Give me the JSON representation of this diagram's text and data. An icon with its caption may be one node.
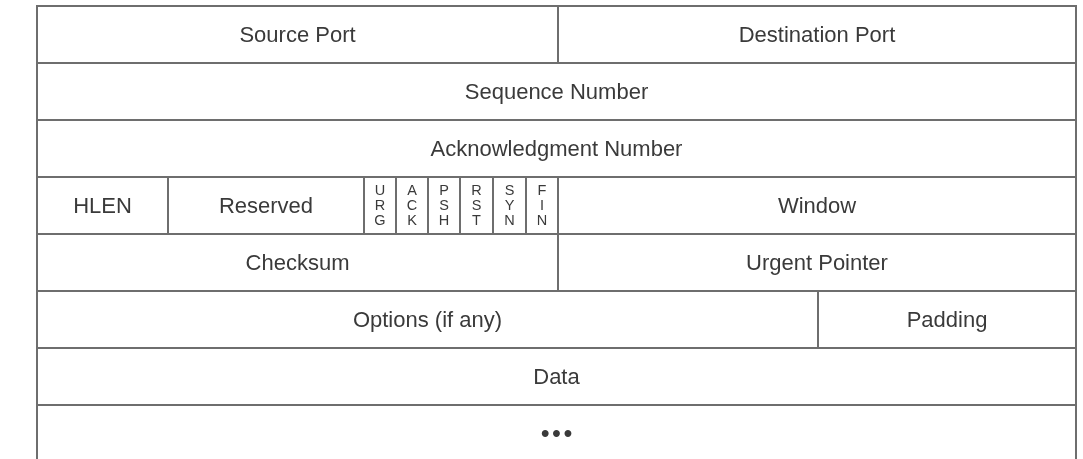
{
  "diagram": {
    "nodes": [
      {
        "text": [
          "Source Port"
        ]
      },
      {
        "text": [
          "Destination Port"
        ]
      },
      {
        "text": [
          "Sequence Number"
        ]
      },
      {
        "text": [
          "Acknowledgment Number"
        ]
      },
      {
        "text": [
          "HLEN"
        ]
      },
      {
        "text": [
          "Reserved"
        ]
      },
      {
        "text": [
          "URG"
        ]
      },
      {
        "text": [
          "ACK"
        ]
      },
      {
        "text": [
          "PSH"
        ]
      },
      {
        "text": [
          "RST"
        ]
      },
      {
        "text": [
          "SYN"
        ]
      },
      {
        "text": [
          "FIN"
        ]
      },
      {
        "text": [
          "Window"
        ]
      },
      {
        "text": [
          "Checksum"
        ]
      },
      {
        "text": [
          "Urgent Pointer"
        ]
      },
      {
        "text": [
          "Options (if any)"
        ]
      },
      {
        "text": [
          "Padding"
        ]
      },
      {
        "text": [
          "Data"
        ]
      },
      {
        "text": [
          "•••"
        ]
      }
    ]
  }
}
